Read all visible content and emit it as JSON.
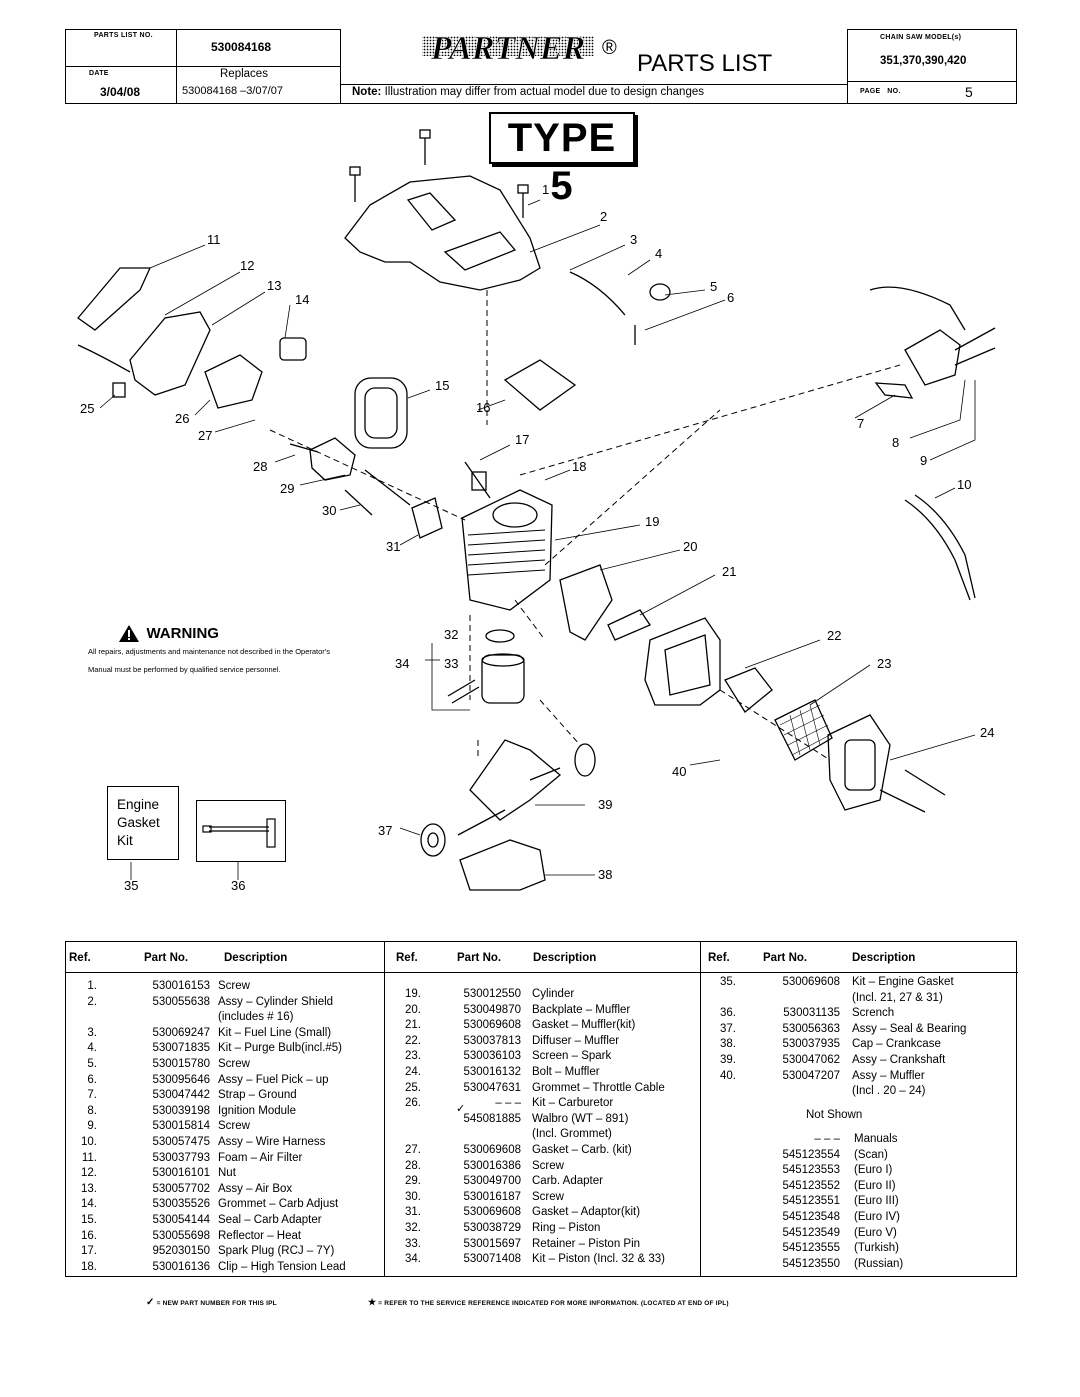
{
  "header": {
    "parts_list_no_label": "PARTS LIST NO.",
    "parts_list_no": "530084168",
    "date_label": "DATE",
    "date": "3/04/08",
    "replaces_label": "Replaces",
    "replaces": "530084168 –3/07/07",
    "brand": "PARTNER",
    "registered": "®",
    "title": "PARTS LIST",
    "note_bold": "Note:",
    "note": "Illustration may differ from actual model due to design changes",
    "model_label": "CHAIN SAW MODEL(s)",
    "models": "351,370,390,420",
    "page_label": "PAGE   NO.",
    "page_no": "5"
  },
  "type_label": "TYPE 5",
  "warning": {
    "title": "WARNING",
    "text": "All repairs, adjustments and maintenance not described in the Operator's Manual must be performed by qualified  service personnel."
  },
  "kit_label": "Engine Gasket Kit",
  "callouts": [
    "1",
    "2",
    "3",
    "4",
    "5",
    "6",
    "7",
    "8",
    "9",
    "10",
    "11",
    "12",
    "13",
    "14",
    "15",
    "16",
    "17",
    "18",
    "19",
    "20",
    "21",
    "22",
    "23",
    "24",
    "25",
    "26",
    "27",
    "28",
    "29",
    "30",
    "31",
    "32",
    "33",
    "34",
    "35",
    "36",
    "37",
    "38",
    "39",
    "40"
  ],
  "table": {
    "headers": [
      "Ref.",
      "Part No.",
      "Description"
    ],
    "col1": [
      [
        "1.",
        "530016153",
        "Screw"
      ],
      [
        "2.",
        "530055638",
        "Assy – Cylinder Shield"
      ],
      [
        "",
        "",
        "(includes # 16)"
      ],
      [
        "3.",
        "530069247",
        "Kit – Fuel Line (Small)"
      ],
      [
        "4.",
        "530071835",
        "Kit – Purge Bulb(incl.#5)"
      ],
      [
        "5.",
        "530015780",
        "Screw"
      ],
      [
        "6.",
        "530095646",
        "Assy – Fuel  Pick – up"
      ],
      [
        "7.",
        "530047442",
        "Strap – Ground"
      ],
      [
        "8.",
        "530039198",
        "Ignition Module"
      ],
      [
        "9.",
        "530015814",
        "Screw"
      ],
      [
        "10.",
        "530057475",
        "Assy – Wire  Harness"
      ],
      [
        "11.",
        "530037793",
        "Foam – Air Filter"
      ],
      [
        "12.",
        "530016101",
        "Nut"
      ],
      [
        "13.",
        "530057702",
        "Assy – Air Box"
      ],
      [
        "14.",
        "530035526",
        "Grommet – Carb Adjust"
      ],
      [
        "15.",
        "530054144",
        "Seal – Carb Adapter"
      ],
      [
        "16.",
        "530055698",
        "Reflector – Heat"
      ],
      [
        "17.",
        "952030150",
        "Spark Plug (RCJ – 7Y)"
      ],
      [
        "18.",
        "530016136",
        "Clip – High Tension Lead"
      ]
    ],
    "col2": [
      [
        "19.",
        "530012550",
        "Cylinder"
      ],
      [
        "20.",
        "530049870",
        "Backplate – Muffler"
      ],
      [
        "21.",
        "530069608",
        "Gasket – Muffler(kit)"
      ],
      [
        "22.",
        "530037813",
        "Diffuser – Muffler"
      ],
      [
        "23.",
        "530036103",
        "Screen – Spark"
      ],
      [
        "24.",
        "530016132",
        "Bolt – Muffler"
      ],
      [
        "25.",
        "530047631",
        "Grommet – Throttle Cable"
      ],
      [
        "26.",
        "– – –",
        "Kit – Carburetor"
      ],
      [
        "",
        "545081885",
        "Walbro (WT – 891)"
      ],
      [
        "",
        "",
        "(Incl. Grommet)"
      ],
      [
        "27.",
        "530069608",
        "Gasket – Carb. (kit)"
      ],
      [
        "28.",
        "530016386",
        "Screw"
      ],
      [
        "29.",
        "530049700",
        "Carb. Adapter"
      ],
      [
        "30.",
        "530016187",
        "Screw"
      ],
      [
        "31.",
        "530069608",
        "Gasket –  Adaptor(kit)"
      ],
      [
        "32.",
        "530038729",
        "Ring – Piston"
      ],
      [
        "33.",
        "530015697",
        "Retainer – Piston Pin"
      ],
      [
        "34.",
        "530071408",
        "Kit – Piston  (Incl. 32 & 33)"
      ]
    ],
    "col3": [
      [
        "35.",
        "530069608",
        "Kit – Engine Gasket"
      ],
      [
        "",
        "",
        "(Incl. 21, 27 & 31)"
      ],
      [
        "36.",
        "530031135",
        "Scrench"
      ],
      [
        "37.",
        "530056363",
        "Assy – Seal & Bearing"
      ],
      [
        "38.",
        "530037935",
        "Cap – Crankcase"
      ],
      [
        "39.",
        "530047062",
        "Assy – Crankshaft"
      ],
      [
        "40.",
        "530047207",
        "Assy – Muffler"
      ],
      [
        "",
        "",
        "(Incl . 20 – 24)"
      ]
    ],
    "not_shown": "Not Shown",
    "col3_manuals": [
      [
        "",
        "– – –",
        "Manuals"
      ],
      [
        "",
        "545123554",
        "(Scan)"
      ],
      [
        "",
        "545123553",
        "(Euro I)"
      ],
      [
        "",
        "545123552",
        "(Euro II)"
      ],
      [
        "",
        "545123551",
        "(Euro III)"
      ],
      [
        "",
        "545123548",
        "(Euro IV)"
      ],
      [
        "",
        "545123549",
        "(Euro V)"
      ],
      [
        "",
        "545123555",
        "(Turkish)"
      ],
      [
        "",
        "545123550",
        "(Russian)"
      ]
    ]
  },
  "footer": {
    "new_part": "= NEW PART NUMBER FOR THIS  IPL",
    "refer": "= REFER TO THE SERVICE REFERENCE  INDICATED FOR MORE INFORMATION. (LOCATED AT END OF IPL)"
  }
}
